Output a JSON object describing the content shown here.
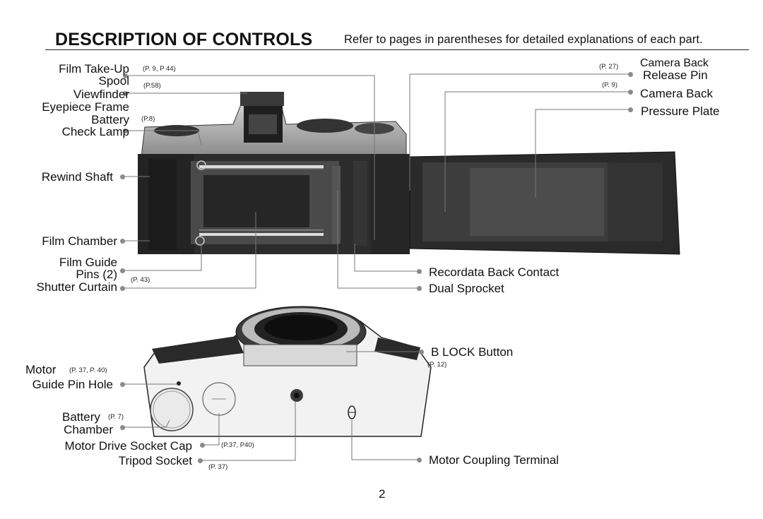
{
  "header": {
    "title": "DESCRIPTION OF CONTROLS",
    "subtitle": "Refer to pages in parentheses for detailed explanations of each part."
  },
  "labels": {
    "film_takeup": "Film Take-Up",
    "spool": "Spool",
    "viewfinder": "Viewfinder",
    "eyepiece_frame": "Eyepiece Frame",
    "battery_top": "Battery",
    "check_lamp": "Check Lamp",
    "rewind_shaft": "Rewind Shaft",
    "film_chamber": "Film Chamber",
    "film_guide": "Film Guide",
    "pins": "Pins (2)",
    "shutter_curtain": "Shutter Curtain",
    "camera_back_release_1": "Camera Back",
    "camera_back_release_2": "Release Pin",
    "camera_back": "Camera Back",
    "pressure_plate": "Pressure Plate",
    "recordata": "Recordata Back Contact",
    "dual_sprocket": "Dual Sprocket",
    "b_lock": "B LOCK Button",
    "motor": "Motor",
    "guide_pin_hole": "Guide Pin Hole",
    "battery_bottom": "Battery",
    "chamber": "Chamber",
    "motor_drive_socket_cap": "Motor Drive Socket Cap",
    "tripod_socket": "Tripod Socket",
    "motor_coupling_terminal": "Motor Coupling Terminal"
  },
  "refs": {
    "film_takeup": "(P. 9,  P 44)",
    "viewfinder": "(P.58)",
    "battery_top": "(P.8)",
    "film_guide": "(P. 43)",
    "camera_back_release": "(P. 27)",
    "camera_back": "(P. 9)",
    "b_lock": "(P. 12)",
    "motor": "(P. 37, P. 40)",
    "battery_bottom": "(P. 7)",
    "motor_drive_socket_cap": "(P.37,   P40)",
    "tripod_socket": "(P. 37)"
  },
  "page_number": "2"
}
